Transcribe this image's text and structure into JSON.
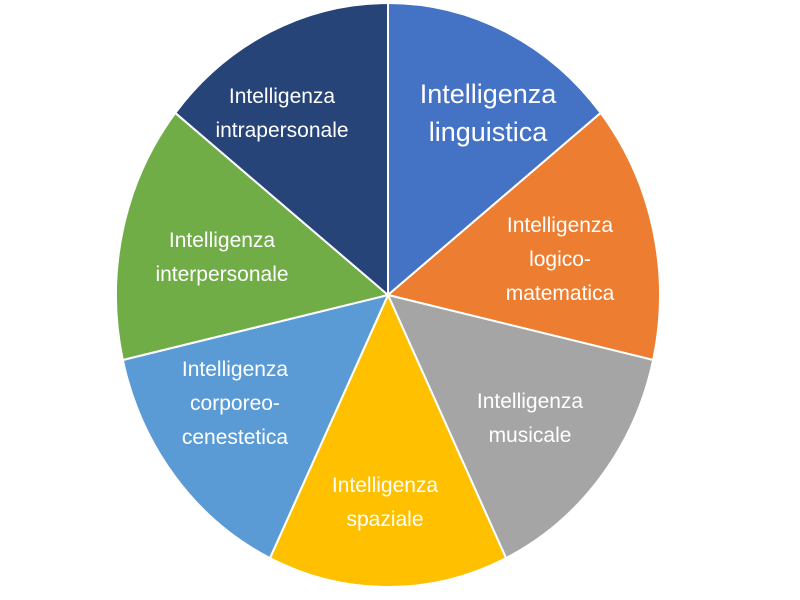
{
  "chart_data": {
    "type": "pie",
    "title": "",
    "categories": [
      "Intelligenza linguistica",
      "Intelligenza logico-matematica",
      "Intelligenza musicale",
      "Intelligenza spaziale",
      "Intelligenza corporeo-cenestetica",
      "Intelligenza interpersonale",
      "Intelligenza intrapersonale"
    ],
    "label_lines": [
      [
        "Intelligenza",
        "linguistica"
      ],
      [
        "Intelligenza",
        "logico-",
        "matematica"
      ],
      [
        "Intelligenza",
        "musicale"
      ],
      [
        "Intelligenza",
        "spaziale"
      ],
      [
        "Intelligenza",
        "corporeo-",
        "cenestetica"
      ],
      [
        "Intelligenza",
        "interpersonale"
      ],
      [
        "Intelligenza",
        "intrapersonale"
      ]
    ],
    "values": [
      1,
      1,
      1,
      1,
      1,
      1,
      1
    ],
    "colors": [
      "#4472C4",
      "#ED7D31",
      "#A5A5A5",
      "#FFC000",
      "#5B9BD5",
      "#70AD47",
      "#264478"
    ],
    "start": "top",
    "direction": "clockwise",
    "legend": "none"
  }
}
